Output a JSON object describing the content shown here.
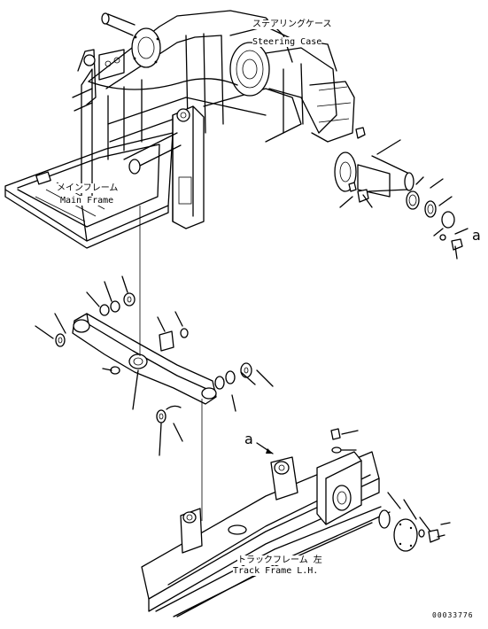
{
  "labels": {
    "steering_case_jp": "ステアリングケース",
    "steering_case_en": "Steering Case",
    "main_frame_jp": "メインフレーム",
    "main_frame_en": "Main Frame",
    "track_frame_jp": "トラックフレーム 左",
    "track_frame_en": "Track Frame L.H."
  },
  "references": {
    "ref_a_top": "a",
    "ref_a_bottom": "a"
  },
  "drawing_code": "00033776"
}
